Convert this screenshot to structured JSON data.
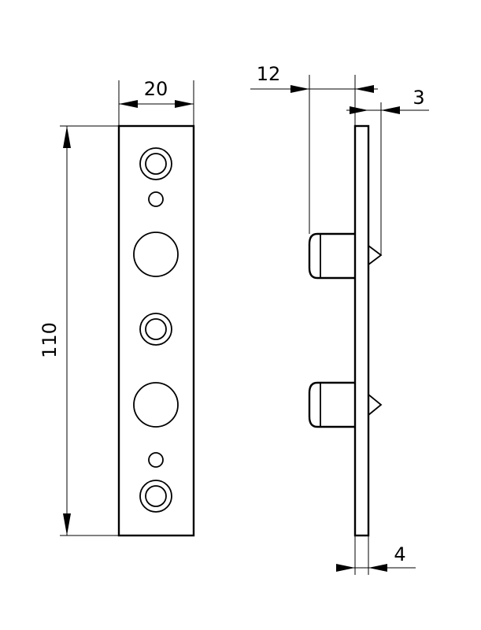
{
  "dimensions": {
    "width": "20",
    "height": "110",
    "pin_length": "12",
    "spike": "3",
    "thickness": "4"
  }
}
